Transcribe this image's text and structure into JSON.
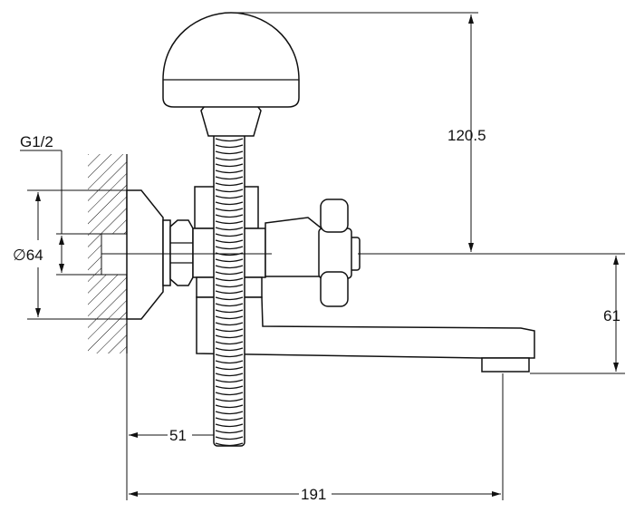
{
  "drawing": {
    "labels": {
      "thread": "G1/2",
      "flange_diameter": "∅64",
      "height_above_outlet": "120.5",
      "spout_drop": "61",
      "hose_offset": "51",
      "total_length": "191"
    }
  }
}
